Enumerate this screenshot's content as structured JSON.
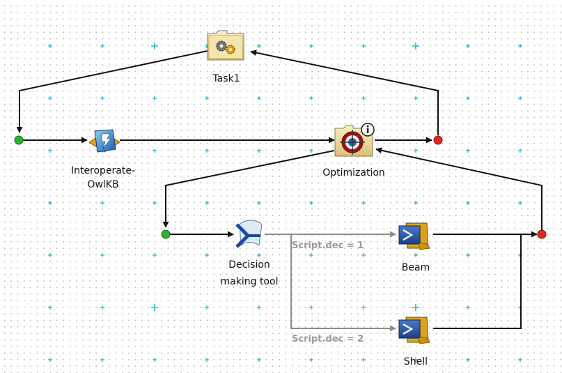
{
  "nodes": {
    "task1": "Task1",
    "interoperate_line1": "Interoperate-",
    "interoperate_line2": "OwlKB",
    "optimization": "Optimization",
    "decision_line1": "Decision",
    "decision_line2": "making tool",
    "beam": "Beam",
    "shell": "Shell"
  },
  "conditions": {
    "beam": "Script.dec = 1",
    "shell": "Script.dec = 2"
  },
  "colors": {
    "flow": "#111111",
    "conditional_flow": "#8c8c8c",
    "start_port": "#2fb12f",
    "end_port": "#e02a1e",
    "grid_plus": "#29b5c6"
  },
  "icons": {
    "task1": "gear-folder-icon",
    "interoperate": "lightning-doc-icon",
    "optimization": "target-info-icon",
    "decision": "scroll-branch-icon",
    "beam": "script-terminal-icon",
    "shell": "script-terminal-icon"
  }
}
